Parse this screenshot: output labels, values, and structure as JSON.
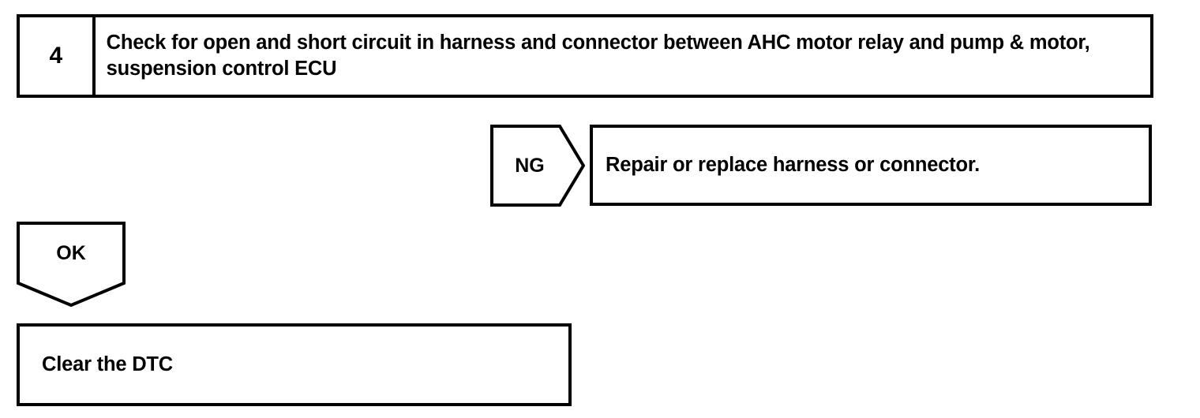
{
  "page": {
    "title": "Troubleshooting flowchart step 4",
    "background_color": "#ffffff",
    "line_color": "#000000",
    "text_color": "#000000"
  },
  "step": {
    "number": "4",
    "instruction": "Check for open and short circuit in harness and connector between AHC motor relay and pump & motor, suspension control ECU"
  },
  "branches": {
    "ng": {
      "label": "NG",
      "result": "Repair or replace harness or connector."
    },
    "ok": {
      "label": "OK",
      "result": "Clear the DTC"
    }
  }
}
